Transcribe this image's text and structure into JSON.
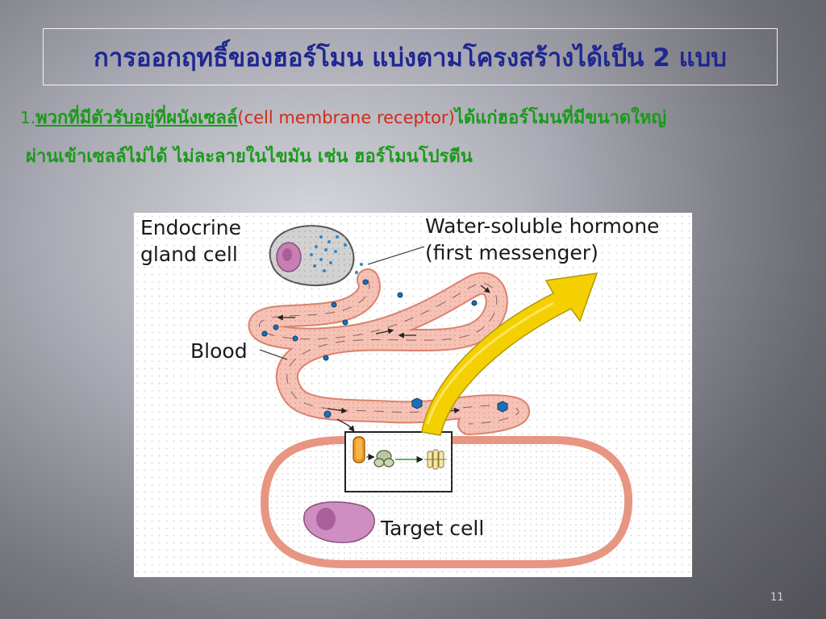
{
  "slide": {
    "title": "การออกฤทธิ์ของฮอร์โมน แบ่งตามโครงสร้างได้เป็น 2 แบบ",
    "item1": {
      "number": "1.",
      "underlined": "พวกที่มีตัวรับอยู่ที่ผนังเซลล์",
      "english": "(cell membrane receptor)",
      "rest": "ได้แก่ฮอร์โมนที่มีขนาดใหญ่"
    },
    "item1_continued": "ผ่านเข้าเซลล์ไม่ได้ ไม่ละลายในไขมัน เช่น ฮอร์โมนโปรตีน",
    "slide_number": "11"
  },
  "figure": {
    "label_gland_line1": "Endocrine",
    "label_gland_line2": "gland cell",
    "label_water_line1": "Water-soluble hormone",
    "label_water_line2": "(first messenger)",
    "label_blood": "Blood",
    "label_target": "Target cell",
    "icons": [
      "endocrine-cell-icon",
      "blood-vessel-icon",
      "hormone-molecule-icon",
      "receptor-icon",
      "target-cell-icon",
      "signal-arrow-icon"
    ],
    "colors": {
      "vessel_fill": "#f6c2b6",
      "vessel_stroke": "#d9826e",
      "hormone": "#1a6fb8",
      "arrow": "#f4d000",
      "target_membrane": "#e89582",
      "nucleus": "#c77fb4",
      "cell_body": "#d2d2d2"
    }
  }
}
